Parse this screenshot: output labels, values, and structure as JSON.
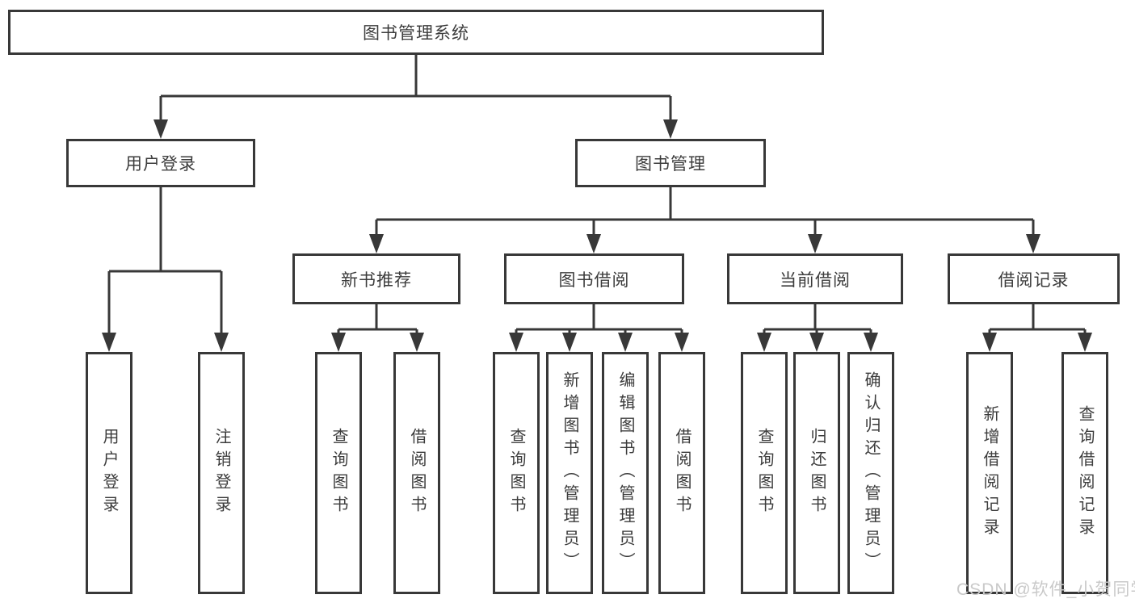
{
  "watermark": "CSDN @软件_小贺同学",
  "colors": {
    "line": "#383838",
    "box_border": "#383838",
    "text": "#3c3c3c",
    "watermark_text": "#c9c9c9",
    "background": "#ffffff"
  },
  "tree": {
    "root": "图书管理系统",
    "children": [
      {
        "label": "用户登录",
        "children": [
          {
            "label": "用户登录"
          },
          {
            "label": "注销登录"
          }
        ]
      },
      {
        "label": "图书管理",
        "children": [
          {
            "label": "新书推荐",
            "children": [
              {
                "label": "查询图书"
              },
              {
                "label": "借阅图书"
              }
            ]
          },
          {
            "label": "图书借阅",
            "children": [
              {
                "label": "查询图书"
              },
              {
                "label": "新增图书（管理员）"
              },
              {
                "label": "编辑图书（管理员）"
              },
              {
                "label": "借阅图书"
              }
            ]
          },
          {
            "label": "当前借阅",
            "children": [
              {
                "label": "查询图书"
              },
              {
                "label": "归还图书"
              },
              {
                "label": "确认归还（管理员）"
              }
            ]
          },
          {
            "label": "借阅记录",
            "children": [
              {
                "label": "新增借阅记录"
              },
              {
                "label": "查询借阅记录"
              }
            ]
          }
        ]
      }
    ]
  }
}
